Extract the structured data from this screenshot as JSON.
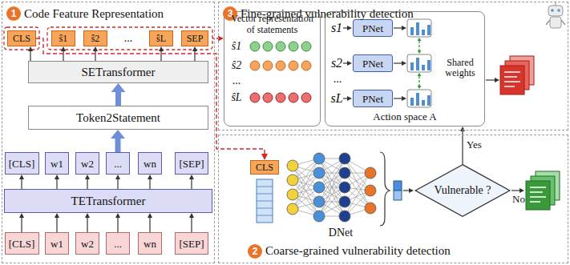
{
  "diagram": {
    "nodes": [
      {
        "text": [
          "1",
          "Code Feature Representation"
        ]
      },
      {
        "text": [
          "3",
          "Fine-grained vulnerability detection"
        ]
      },
      {
        "text": [
          "2",
          "Coarse-grained vulnerability detection"
        ]
      },
      {
        "text": [
          "CLS"
        ],
        "in": 0
      },
      {
        "text": [
          "ŝ1"
        ],
        "in": 0
      },
      {
        "text": [
          "ŝ2"
        ],
        "in": 0
      },
      {
        "text": [
          "ŝL"
        ],
        "in": 0
      },
      {
        "text": [
          "SEP"
        ],
        "in": 0
      },
      {
        "text": [
          "SETransformer"
        ],
        "in": 0
      },
      {
        "text": [
          "Token2Statement"
        ],
        "in": 0
      },
      {
        "text": [
          "[CLS]"
        ],
        "in": 0
      },
      {
        "text": [
          "w1"
        ],
        "in": 0
      },
      {
        "text": [
          "w2"
        ],
        "in": 0
      },
      {
        "text": [
          "..."
        ],
        "in": 0
      },
      {
        "text": [
          "wn"
        ],
        "in": 0
      },
      {
        "text": [
          "[SEP]"
        ],
        "in": 0
      },
      {
        "text": [
          "TETransformer"
        ],
        "in": 0
      },
      {
        "text": [
          "[CLS]"
        ],
        "in": 0
      },
      {
        "text": [
          "w1"
        ],
        "in": 0
      },
      {
        "text": [
          "w2"
        ],
        "in": 0
      },
      {
        "text": [
          "..."
        ],
        "in": 0
      },
      {
        "text": [
          "wn"
        ],
        "in": 0
      },
      {
        "text": [
          "[SEP]"
        ],
        "in": 0
      },
      {
        "text": [
          "Vector representation of statements"
        ],
        "in": 1
      },
      {
        "text": [
          "Action space A"
        ],
        "in": 1
      },
      {
        "text": [
          "PNet"
        ],
        "in": 24
      },
      {
        "text": [
          "PNet"
        ],
        "in": 24
      },
      {
        "text": [
          "PNet"
        ],
        "in": 24
      },
      {
        "text": [
          "CLS"
        ],
        "in": 2
      },
      {
        "text": [
          "Vulnerable ?"
        ],
        "in": 2
      }
    ],
    "edges": [
      {
        "from": 8,
        "to": 3,
        "arrow": "to"
      },
      {
        "from": 8,
        "to": 4,
        "arrow": "to"
      },
      {
        "from": 8,
        "to": 5,
        "arrow": "to"
      },
      {
        "from": 8,
        "to": 6,
        "arrow": "to"
      },
      {
        "from": 8,
        "to": 7,
        "arrow": "to"
      },
      {
        "from": 16,
        "to": 10,
        "arrow": "to"
      },
      {
        "from": 16,
        "to": 11,
        "arrow": "to"
      },
      {
        "from": 16,
        "to": 12,
        "arrow": "to"
      },
      {
        "from": 16,
        "to": 13,
        "arrow": "to"
      },
      {
        "from": 16,
        "to": 14,
        "arrow": "to"
      },
      {
        "from": 16,
        "to": 15,
        "arrow": "to"
      },
      {
        "from": 17,
        "to": 16,
        "arrow": "to"
      },
      {
        "from": 18,
        "to": 16,
        "arrow": "to"
      },
      {
        "from": 19,
        "to": 16,
        "arrow": "to"
      },
      {
        "from": 20,
        "to": 16,
        "arrow": "to"
      },
      {
        "from": 21,
        "to": 16,
        "arrow": "to"
      },
      {
        "from": 22,
        "to": 16,
        "arrow": "to"
      },
      {
        "from": 13,
        "to": 9,
        "arrow": "to"
      },
      {
        "from": 9,
        "to": 8,
        "arrow": "to"
      },
      {
        "from": 3,
        "to": 28,
        "arrow": "to"
      },
      {
        "from": 29,
        "to": 24,
        "label": "Yes",
        "arrow": "to"
      }
    ],
    "labels": [
      "...",
      "ŝ1",
      "ŝ2",
      "...",
      "ŝL",
      "s1",
      "s2",
      "...",
      "sL",
      "Shared weights",
      "DNet",
      "No"
    ]
  }
}
